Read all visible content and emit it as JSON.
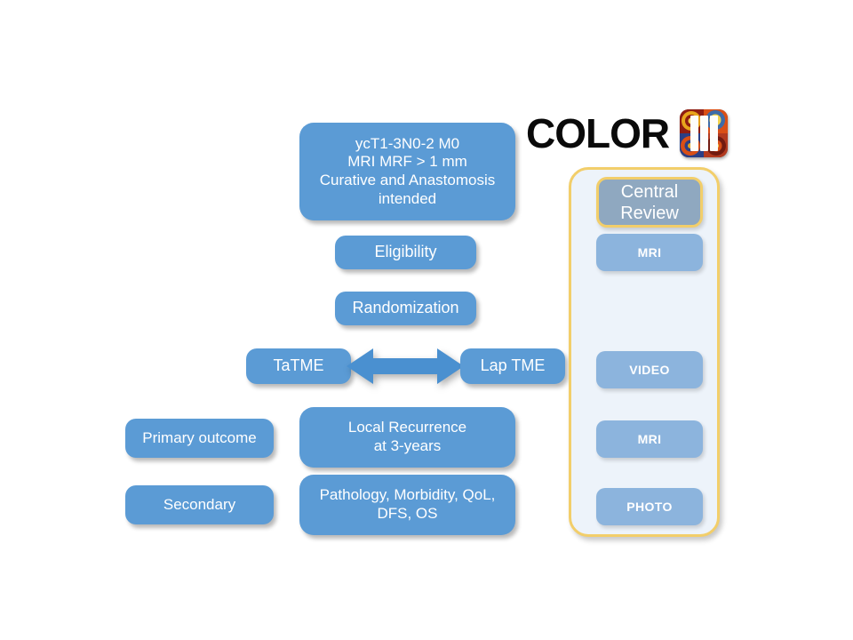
{
  "logo": {
    "text": "COLOR",
    "mark_name": "color-iii-logo-mark",
    "mark_numeral": "III",
    "mark_colors": [
      "#8f1d12",
      "#d94f16",
      "#e8a41c",
      "#f2d24b",
      "#2a3f86",
      "#b23a1f",
      "#3d6ba8",
      "#711b10"
    ]
  },
  "flow": {
    "inclusion": "ycT1-3N0-2 M0\nMRI MRF > 1 mm\nCurative and Anastomosis\nintended",
    "eligibility": "Eligibility",
    "randomization": "Randomization",
    "arm_left": "TaTME",
    "arm_right": "Lap TME",
    "arrow_name": "bidirectional-randomization-arrow",
    "primary_label": "Primary outcome",
    "primary_value": "Local Recurrence\nat 3-years",
    "secondary_label": "Secondary",
    "secondary_value": "Pathology, Morbidity, QoL,\nDFS, OS"
  },
  "review_panel": {
    "title": "Central\nReview",
    "items": [
      {
        "label": "MRI"
      },
      {
        "label": "VIDEO"
      },
      {
        "label": "MRI"
      },
      {
        "label": "PHOTO"
      }
    ]
  },
  "colors": {
    "node_blue": "#5B9BD5",
    "panel_item_blue": "#8CB4DD",
    "panel_headline_blue": "#8FA8C0",
    "panel_background": "#EDF3FA",
    "panel_border_gold": "#F2CE6A",
    "page_background": "#FFFFFF",
    "logo_text": "#0A0A0A"
  }
}
